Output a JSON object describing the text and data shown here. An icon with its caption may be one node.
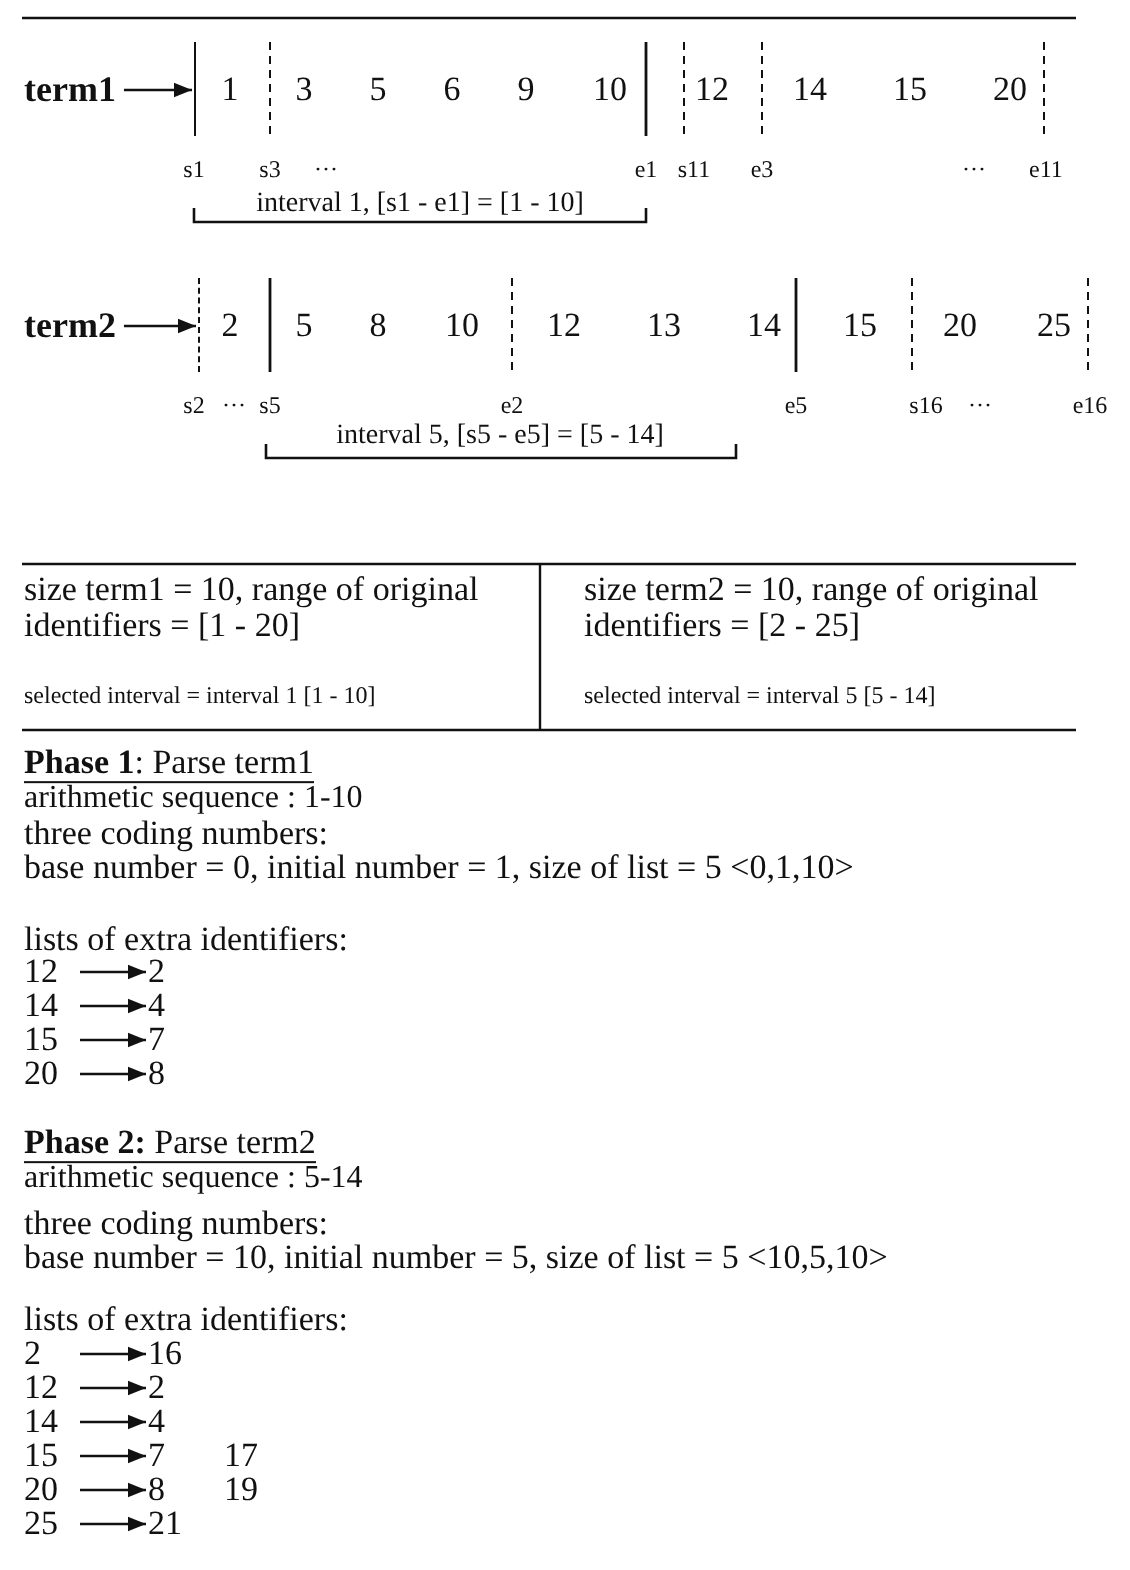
{
  "diagram": {
    "nodes": [
      {
        "text": [
          "term1"
        ]
      },
      {
        "text": [],
        "shape": "bar"
      },
      {
        "text": [
          "term2"
        ]
      },
      {
        "text": [],
        "shape": "bar"
      },
      {
        "text": [
          "12"
        ]
      },
      {
        "text": [
          "2"
        ]
      },
      {
        "text": [
          "14"
        ]
      },
      {
        "text": [
          "4"
        ]
      },
      {
        "text": [
          "15"
        ]
      },
      {
        "text": [
          "7"
        ]
      },
      {
        "text": [
          "20"
        ]
      },
      {
        "text": [
          "8"
        ]
      },
      {
        "text": [
          "2"
        ]
      },
      {
        "text": [
          "16"
        ]
      },
      {
        "text": [
          "12"
        ]
      },
      {
        "text": [
          "2"
        ]
      },
      {
        "text": [
          "14"
        ]
      },
      {
        "text": [
          "4"
        ]
      },
      {
        "text": [
          "15"
        ]
      },
      {
        "text": [
          "7"
        ]
      },
      {
        "text": [
          "20"
        ]
      },
      {
        "text": [
          "8"
        ]
      },
      {
        "text": [
          "25"
        ]
      },
      {
        "text": [
          "21"
        ]
      }
    ],
    "edges": [
      {
        "from": 0,
        "to": 1,
        "arrow": "to"
      },
      {
        "from": 2,
        "to": 3,
        "arrow": "to"
      },
      {
        "from": 4,
        "to": 5,
        "arrow": "to"
      },
      {
        "from": 6,
        "to": 7,
        "arrow": "to"
      },
      {
        "from": 8,
        "to": 9,
        "arrow": "to"
      },
      {
        "from": 10,
        "to": 11,
        "arrow": "to"
      },
      {
        "from": 12,
        "to": 13,
        "arrow": "to"
      },
      {
        "from": 14,
        "to": 15,
        "arrow": "to"
      },
      {
        "from": 16,
        "to": 17,
        "arrow": "to"
      },
      {
        "from": 18,
        "to": 19,
        "arrow": "to"
      },
      {
        "from": 20,
        "to": 21,
        "arrow": "to"
      },
      {
        "from": 22,
        "to": 23,
        "arrow": "to"
      }
    ],
    "labels": [
      "1",
      "3",
      "5",
      "6",
      "9",
      "10",
      "12",
      "14",
      "15",
      "20",
      "s1",
      "s3",
      "···",
      "e1",
      "s11",
      "e3",
      "···",
      "e11",
      "interval 1, [s1 - e1] = [1 - 10]",
      "2",
      "5",
      "8",
      "10",
      "12",
      "13",
      "14",
      "15",
      "20",
      "25",
      "s2",
      "···",
      "s5",
      "e2",
      "e5",
      "s16",
      "···",
      "e16",
      "interval 5, [s5 - e5] = [5 - 14]",
      "size term1 = 10, range of original identifiers = [1 - 20]",
      "size term2 = 10, range of original identifiers = [2 - 25]",
      "selected interval = interval 1 [1 - 10]",
      "selected interval = interval 5 [5 - 14]",
      "**Phase 1**: Parse term1",
      "arithmetic sequence : 1-10",
      "three coding numbers:",
      "base number = 0, initial number = 1, size of list = 5 <0,1,10>",
      "lists of extra identifiers:",
      "**Phase 2:** Parse term2",
      "arithmetic sequence : 5-14",
      "three coding numbers:",
      "base number = 10, initial number = 5, size of list = 5 <10,5,10>",
      "lists of extra identifiers:",
      "17",
      "19"
    ]
  }
}
